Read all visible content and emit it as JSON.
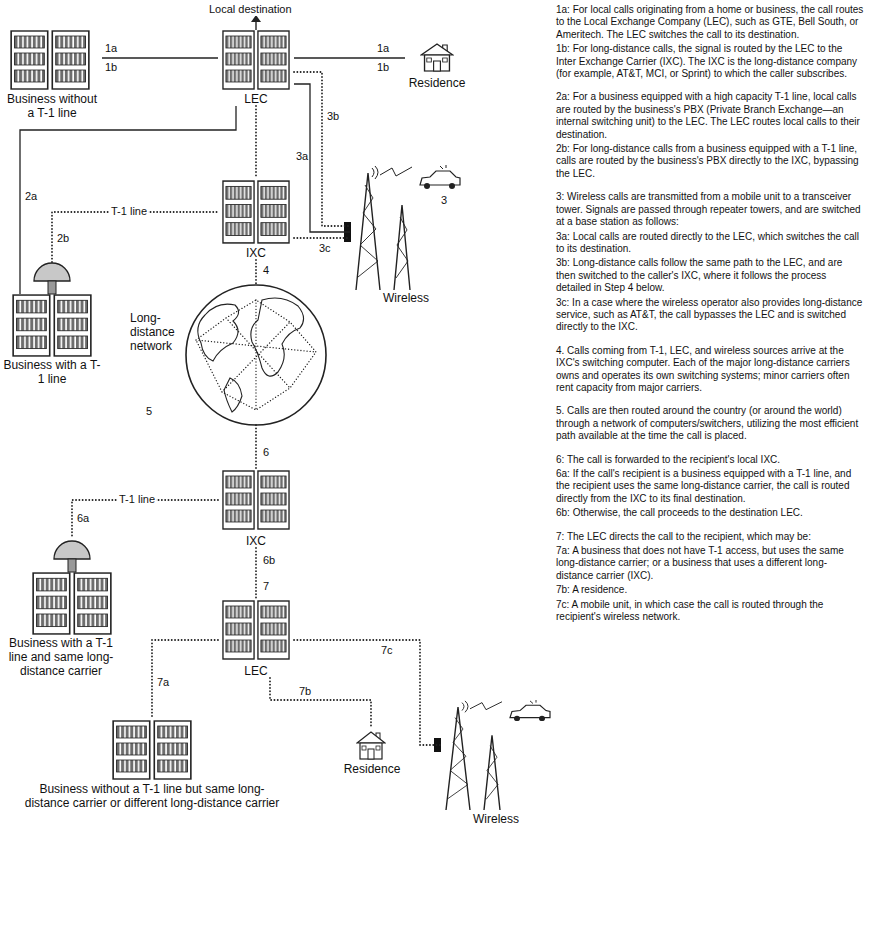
{
  "diagram": {
    "nodes": [
      {
        "text": [
          "Business without a T-1 line"
        ]
      },
      {
        "text": [
          "LEC"
        ]
      },
      {
        "text": [
          "Residence"
        ]
      },
      {
        "text": [
          "Business with a T-1 line"
        ]
      },
      {
        "text": [
          "IXC"
        ]
      },
      {
        "text": [
          "Wireless"
        ]
      },
      {
        "text": [
          "Long-distance network"
        ]
      },
      {
        "text": [
          "IXC"
        ]
      },
      {
        "text": [
          "Business with a T-1 line and same long-distance carrier"
        ]
      },
      {
        "text": [
          "LEC"
        ]
      },
      {
        "text": [
          "Business without a T-1 line but same long-distance carrier or different long-distance carrier"
        ]
      },
      {
        "text": [
          "Residence"
        ]
      },
      {
        "text": [
          "Wireless"
        ]
      }
    ],
    "edges": [
      {
        "from": 0,
        "to": 1,
        "arrow": "none"
      },
      {
        "from": 1,
        "to": 2,
        "arrow": "none"
      },
      {
        "from": 3,
        "to": 1,
        "arrow": "none"
      },
      {
        "from": 3,
        "to": 4,
        "label": "T-1 line",
        "arrow": "none"
      },
      {
        "from": 1,
        "to": 4,
        "arrow": "none"
      },
      {
        "from": 1,
        "to": 5,
        "arrow": "none"
      },
      {
        "from": 1,
        "to": 5,
        "arrow": "none"
      },
      {
        "from": 4,
        "to": 5,
        "arrow": "none"
      },
      {
        "from": 4,
        "to": 6,
        "arrow": "none"
      },
      {
        "from": 6,
        "to": 7,
        "arrow": "none"
      },
      {
        "from": 7,
        "to": 8,
        "label": "T-1 line",
        "arrow": "none"
      },
      {
        "from": 7,
        "to": 9,
        "arrow": "none"
      },
      {
        "from": 9,
        "to": 10,
        "arrow": "none"
      },
      {
        "from": 9,
        "to": 11,
        "arrow": "none"
      },
      {
        "from": 9,
        "to": 12,
        "arrow": "none"
      }
    ],
    "labels": [
      "Local destination",
      "1a",
      "1a",
      "1b",
      "1b",
      "2a",
      "2b",
      "3b",
      "3a",
      "3",
      "3c",
      "4",
      "5",
      "6",
      "6a",
      "6b",
      "7",
      "7a",
      "7b",
      "7c",
      "1a: For local calls originating from a home or business, the call routes to the Local Exchange Company (LEC), such as GTE, Bell South, or Ameritech. The LEC switches the call to its destination.",
      "1b: For long-distance calls, the signal is routed by the LEC to the Inter Exchange Carrier (IXC). The IXC is the long-distance company (for example, AT&T, MCI, or Sprint) to which the caller subscribes.",
      "2a: For a business equipped with a high capacity T-1 line, local calls are routed by the business's PBX (Private Branch Exchange—an internal switching unit) to the LEC. The LEC routes local calls to their destination.",
      "2b: For long-distance calls from a business equipped with a T-1 line, calls are routed by the business's PBX directly to the IXC, bypassing the LEC.",
      "3: Wireless calls are transmitted from a mobile unit to a transceiver tower. Signals are passed through repeater towers, and are switched at a base station as follows:",
      "3a: Local calls are routed directly to the LEC, which switches the call to its destination.",
      "3b: Long-distance calls follow the same path to the LEC, and are then switched to the caller's IXC, where it follows the process detailed in Step 4 below.",
      "3c: In a case where the wireless operator also provides long-distance service, such as AT&T, the call bypasses the LEC and is switched directly to the IXC.",
      "4. Calls coming from T-1, LEC, and wireless sources arrive at the IXC's switching computer. Each of the major long-distance carriers owns and operates its own switching systems; minor carriers often rent capacity from major carriers.",
      "5. Calls are then routed around the country (or around the world) through a network of computers/switchers, utilizing the most efficient path available at the time the call is placed.",
      "6: The call is forwarded to the recipient's local IXC.",
      "6a: If the call's recipient is a business equipped with a T-1 line, and the recipient uses the same long-distance carrier, the call is routed directly from the IXC to its final destination.",
      "6b: Otherwise, the call proceeds to the destination LEC.",
      "7: The LEC directs the call to the recipient, which may be:",
      "7a: A business that does not have T-1 access, but uses the same long-distance carrier; or a business that uses a different long-distance carrier (IXC).",
      "7b: A residence.",
      "7c: A mobile unit, in which case the call is routed through the recipient's wireless network."
    ]
  }
}
